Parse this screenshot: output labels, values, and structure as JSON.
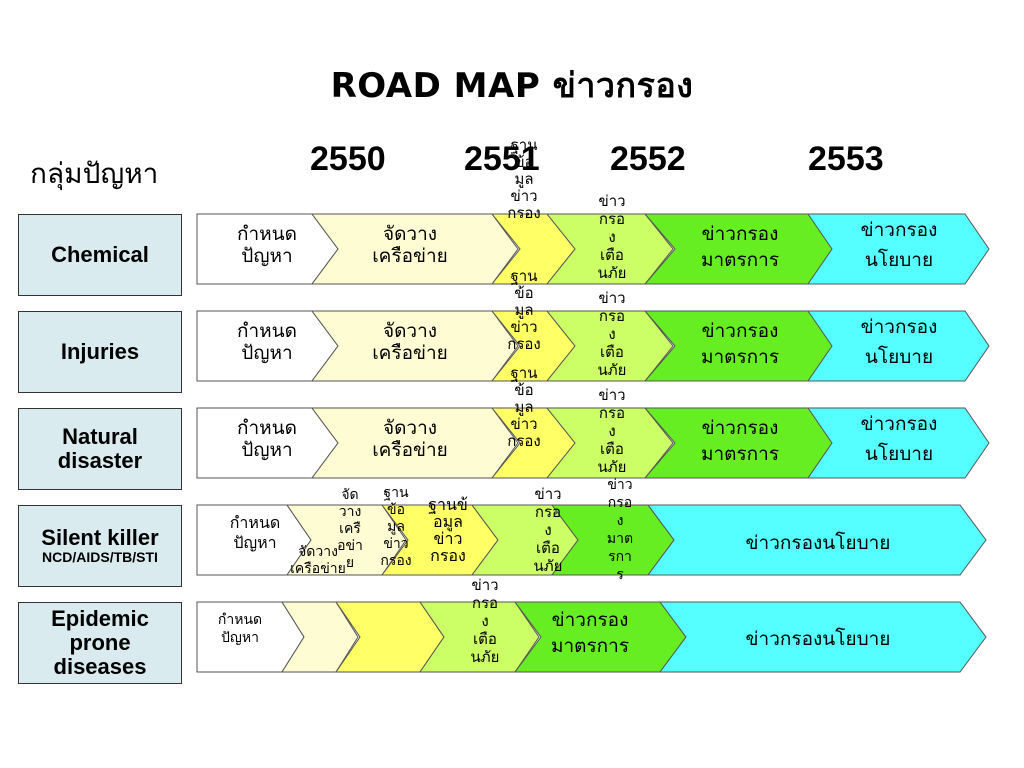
{
  "title": "ROAD MAP ข่าวกรอง",
  "group_header": "กลุ่มปัญหา",
  "years": [
    "2550",
    "2551",
    "2552",
    "2553"
  ],
  "colors": {
    "white": "#ffffff",
    "lightyellow": "#fefcd2",
    "yellow": "#ffff66",
    "lightgreen": "#ccff66",
    "green": "#66ee22",
    "cyan": "#55ffff"
  },
  "categories": [
    {
      "label": "Chemical",
      "sub": ""
    },
    {
      "label": "Injuries",
      "sub": ""
    },
    {
      "label": "Natural disaster",
      "sub": ""
    },
    {
      "label": "Silent killer",
      "sub": "NCD/AIDS/TB/STI"
    },
    {
      "label": "Epidemic prone diseases",
      "sub": ""
    }
  ],
  "stage_labels": {
    "define": [
      "กำหนด",
      "ปัญหา"
    ],
    "network": [
      "จัดวาง",
      "เครือข่าย"
    ],
    "database": [
      "ฐาน",
      "ข้อ",
      "มูล",
      "ข่าว",
      "กรอง"
    ],
    "alert": [
      "ข่าว",
      "กรอ",
      "ง",
      "เตือ",
      "นภัย"
    ],
    "measures": [
      "ข่าวกรอง",
      "มาตรการ"
    ],
    "policy": [
      "ข่าวกรอง",
      "นโยบาย"
    ],
    "policy_single": "ข่าวกรองนโยบาย",
    "database_row4": [
      "ฐานข้",
      "อมูล",
      "ข่าว",
      "กรอง"
    ],
    "network_row4": [
      "จัด",
      "วาง",
      "เครื",
      "อข่า",
      "ย"
    ],
    "measures_row4": [
      "ข่าว",
      "กรอ",
      "ง",
      "มาต",
      "รกา",
      "ร"
    ]
  }
}
